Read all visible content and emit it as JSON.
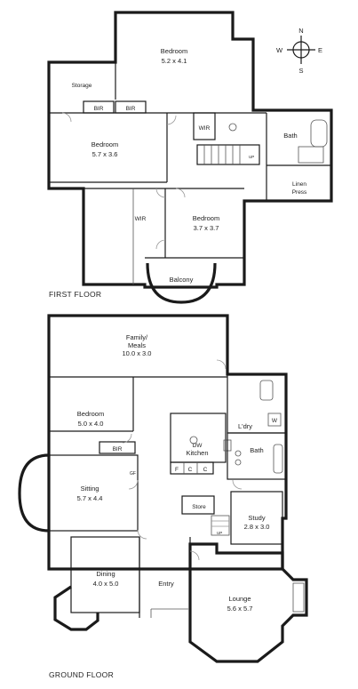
{
  "compass": {
    "n": "N",
    "s": "S",
    "e": "E",
    "w": "W"
  },
  "first_floor": {
    "title": "FIRST FLOOR",
    "rooms": {
      "bedroom_top": {
        "name": "Bedroom",
        "dims": "5.2 x 4.1"
      },
      "storage": {
        "name": "Storage"
      },
      "bir1": {
        "name": "BIR"
      },
      "bir2": {
        "name": "BIR"
      },
      "bedroom_left": {
        "name": "Bedroom",
        "dims": "5.7 x 3.6"
      },
      "wir_top": {
        "name": "WIR"
      },
      "bath": {
        "name": "Bath"
      },
      "linen": {
        "name": "Linen",
        "name2": "Press"
      },
      "wir_mid": {
        "name": "WIR"
      },
      "bedroom_mid": {
        "name": "Bedroom",
        "dims": "3.7 x 3.7"
      },
      "balcony": {
        "name": "Balcony"
      },
      "up": "UP"
    }
  },
  "ground_floor": {
    "title": "GROUND FLOOR",
    "rooms": {
      "family": {
        "name": "Family/",
        "name2": "Meals",
        "dims": "10.0 x 3.0"
      },
      "bedroom": {
        "name": "Bedroom",
        "dims": "5.0 x 4.0"
      },
      "ldry": {
        "name": "L'dry"
      },
      "w": {
        "name": "W"
      },
      "dw": {
        "name": "DW"
      },
      "kitchen": {
        "name": "Kitchen"
      },
      "bath": {
        "name": "Bath"
      },
      "bir": {
        "name": "BIR"
      },
      "f": {
        "name": "F"
      },
      "c1": {
        "name": "C"
      },
      "c2": {
        "name": "C"
      },
      "sitting": {
        "name": "Sitting",
        "dims": "5.7 x 4.4"
      },
      "store": {
        "name": "Store"
      },
      "study": {
        "name": "Study",
        "dims": "2.8 x 3.0"
      },
      "dining": {
        "name": "Dining",
        "dims": "4.0 x 5.0"
      },
      "entry": {
        "name": "Entry"
      },
      "lounge": {
        "name": "Lounge",
        "dims": "5.6 x 5.7"
      },
      "gf": "GF",
      "up": "UP"
    }
  }
}
